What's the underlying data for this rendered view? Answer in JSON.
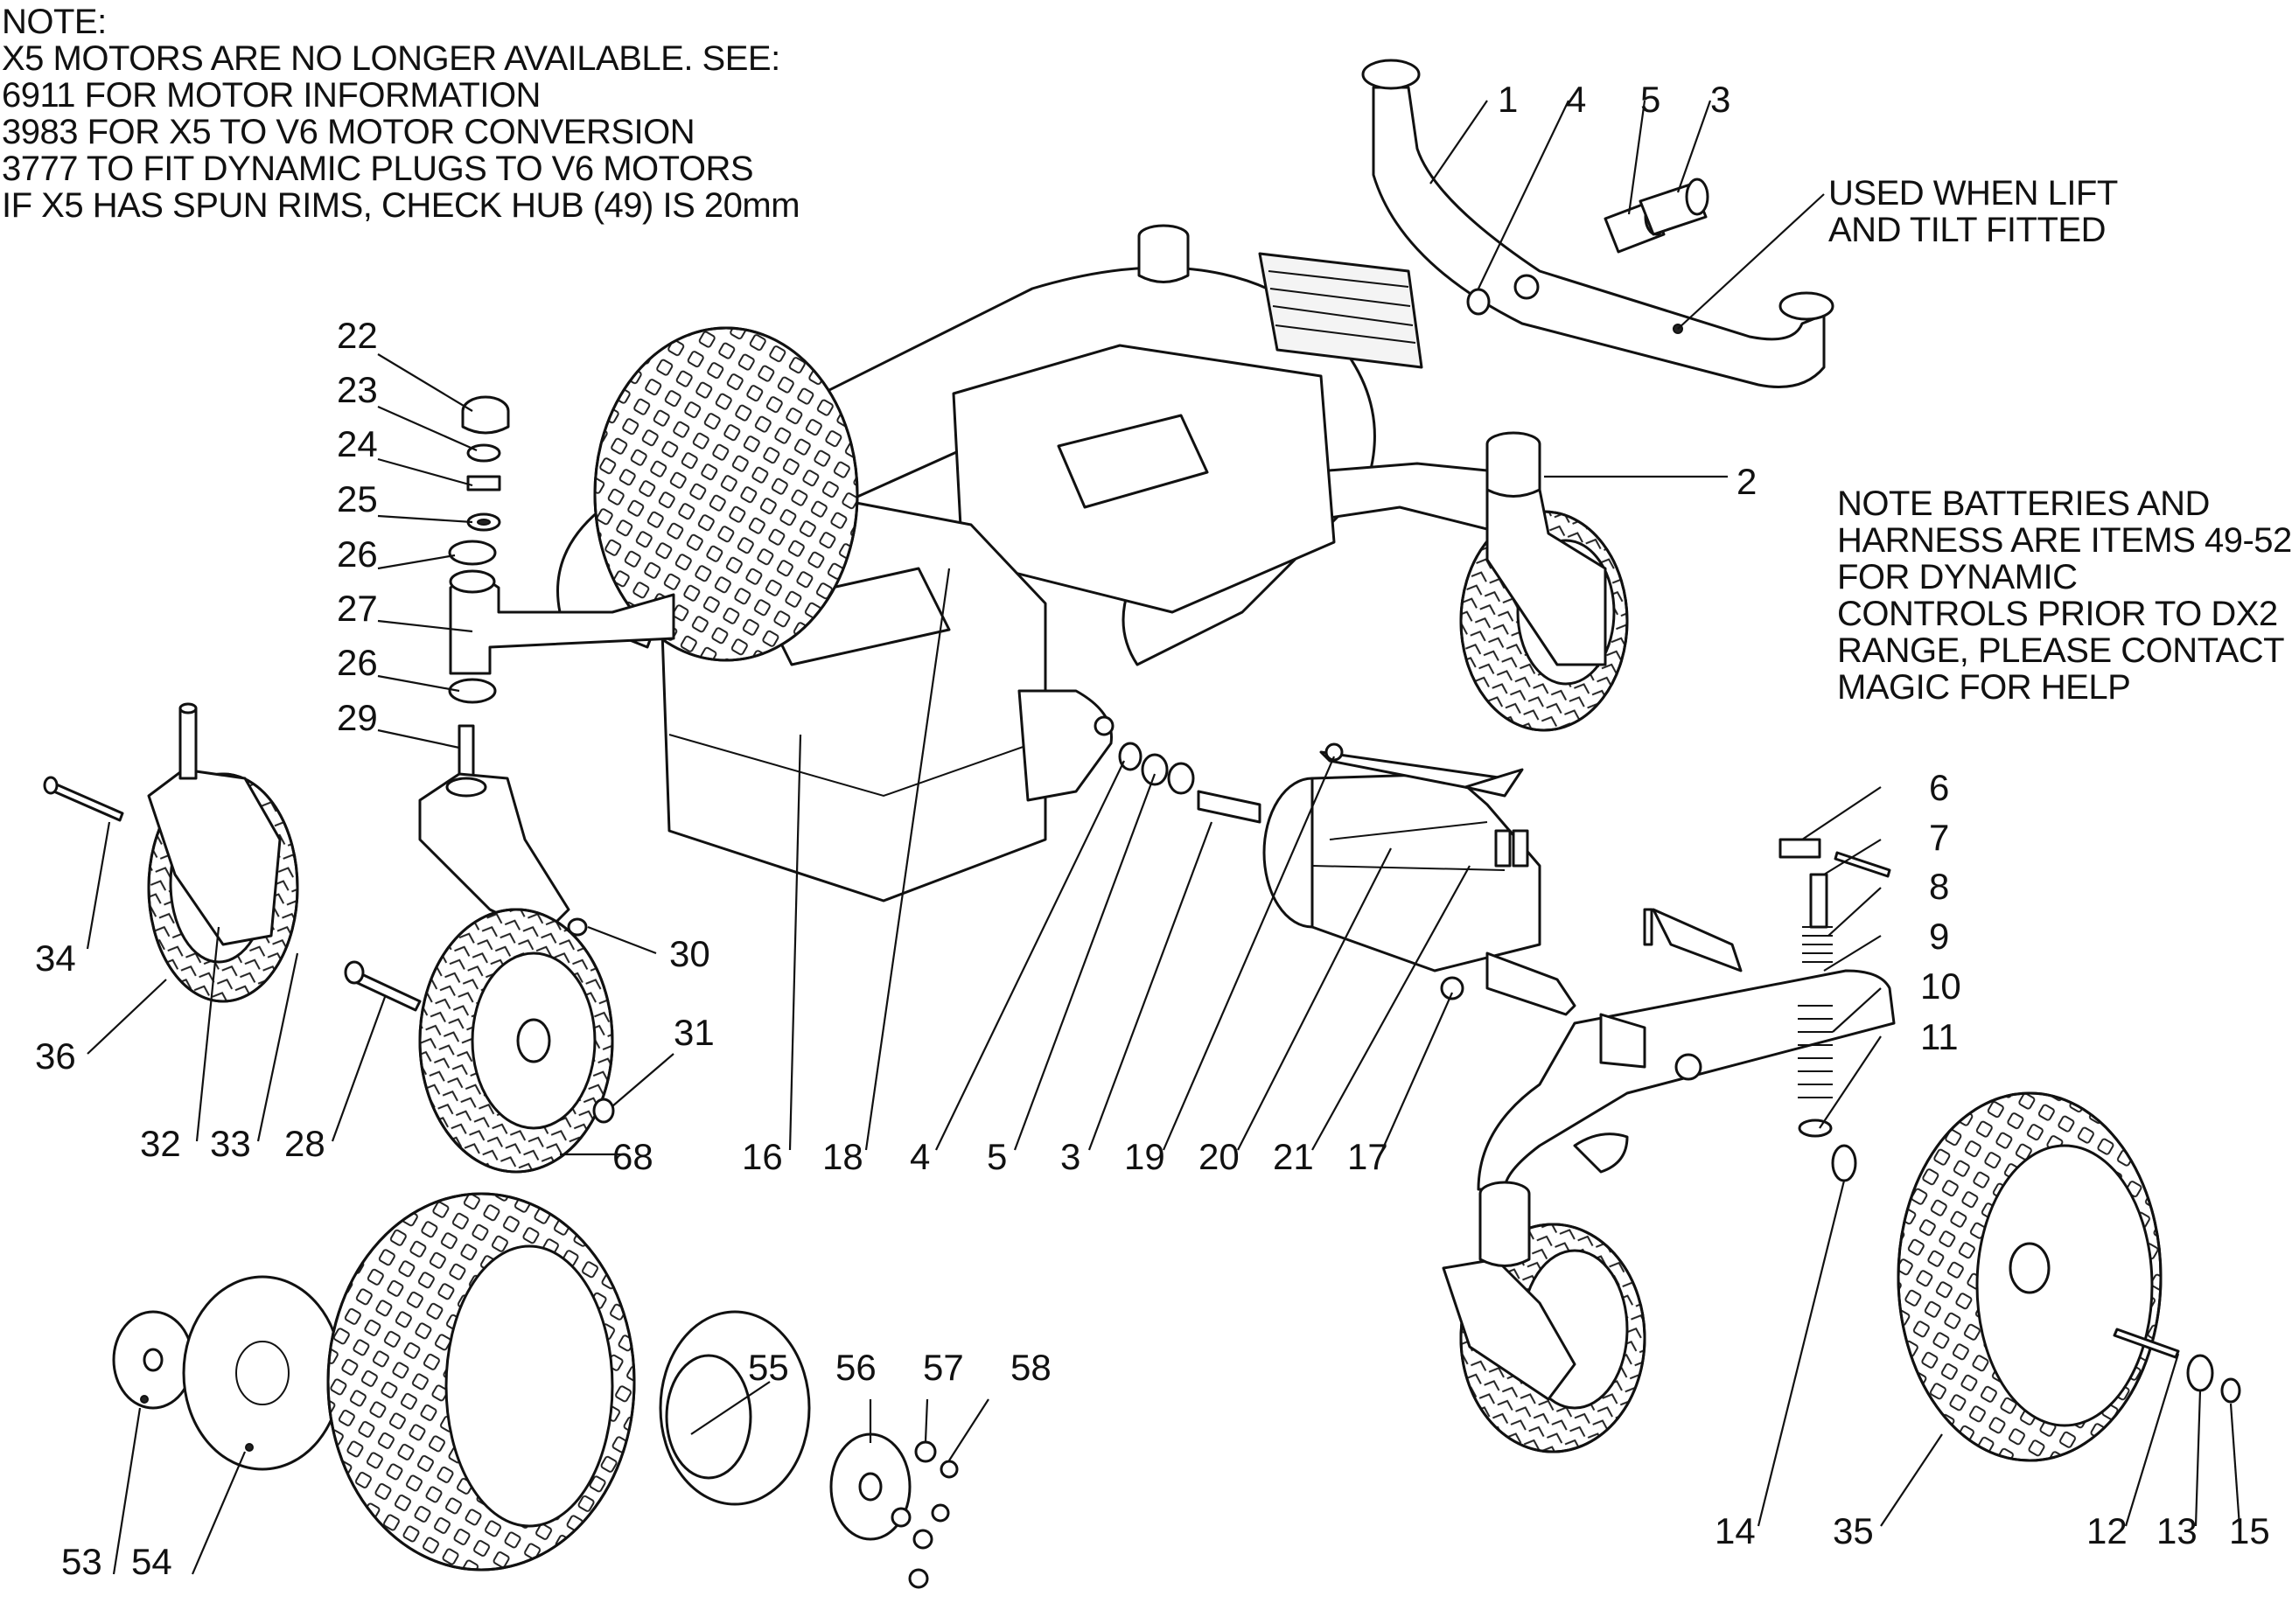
{
  "notes": {
    "top": {
      "lines": [
        "NOTE:",
        "X5 MOTORS ARE NO LONGER AVAILABLE. SEE:",
        "6911 FOR MOTOR INFORMATION",
        "3983 FOR X5 TO V6 MOTOR CONVERSION",
        "3777 TO FIT DYNAMIC PLUGS TO V6 MOTORS",
        "IF X5 HAS SPUN RIMS, CHECK HUB (49) IS 20mm"
      ]
    },
    "lift_tilt": {
      "lines": [
        "USED WHEN LIFT",
        "AND TILT FITTED"
      ]
    },
    "batteries": {
      "lines": [
        "NOTE BATTERIES AND",
        "HARNESS ARE ITEMS 49-52",
        "FOR DYNAMIC",
        "CONTROLS PRIOR TO DX2",
        "RANGE, PLEASE CONTACT",
        "MAGIC FOR HELP"
      ]
    }
  },
  "callouts": [
    {
      "label": "1"
    },
    {
      "label": "4"
    },
    {
      "label": "5"
    },
    {
      "label": "3"
    },
    {
      "label": "2"
    },
    {
      "label": "22"
    },
    {
      "label": "23"
    },
    {
      "label": "24"
    },
    {
      "label": "25"
    },
    {
      "label": "26"
    },
    {
      "label": "27"
    },
    {
      "label": "26"
    },
    {
      "label": "29"
    },
    {
      "label": "34"
    },
    {
      "label": "36"
    },
    {
      "label": "32"
    },
    {
      "label": "33"
    },
    {
      "label": "28"
    },
    {
      "label": "30"
    },
    {
      "label": "31"
    },
    {
      "label": "68"
    },
    {
      "label": "16"
    },
    {
      "label": "18"
    },
    {
      "label": "4"
    },
    {
      "label": "5"
    },
    {
      "label": "3"
    },
    {
      "label": "19"
    },
    {
      "label": "20"
    },
    {
      "label": "21"
    },
    {
      "label": "17"
    },
    {
      "label": "6"
    },
    {
      "label": "7"
    },
    {
      "label": "8"
    },
    {
      "label": "9"
    },
    {
      "label": "10"
    },
    {
      "label": "11"
    },
    {
      "label": "14"
    },
    {
      "label": "35"
    },
    {
      "label": "12"
    },
    {
      "label": "13"
    },
    {
      "label": "15"
    },
    {
      "label": "53"
    },
    {
      "label": "54"
    },
    {
      "label": "55"
    },
    {
      "label": "56"
    },
    {
      "label": "57"
    },
    {
      "label": "58"
    }
  ]
}
